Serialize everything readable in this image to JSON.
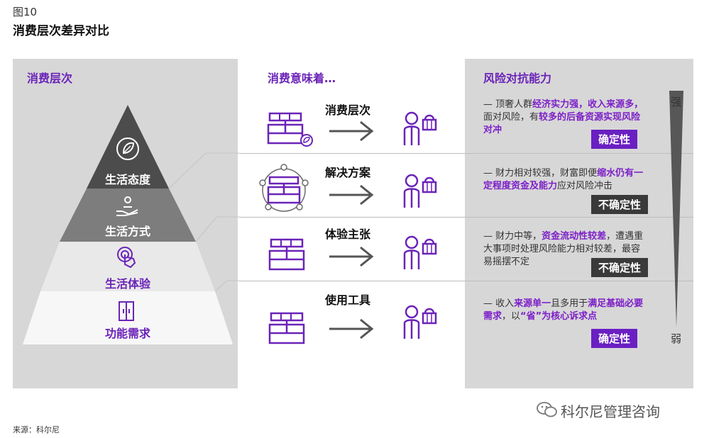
{
  "figure": {
    "label": "图10",
    "title": "消费层次差异对比"
  },
  "columns": {
    "left": "消费层次",
    "middle": "消费意味着…",
    "right": "风险对抗能力"
  },
  "pyramid": [
    {
      "label": "生活态度",
      "icon": "leaf-head-icon"
    },
    {
      "label": "生活方式",
      "icon": "hand-person-icon"
    },
    {
      "label": "生活体验",
      "icon": "touch-icon"
    },
    {
      "label": "功能需求",
      "icon": "fridge-icon"
    }
  ],
  "rows": [
    {
      "title": "消费层次",
      "desc": [
        {
          "t": "— 顶奢人群"
        },
        {
          "t": "经济实力强，收入来源多，",
          "hl": true
        },
        {
          "t": "面对风险，有"
        },
        {
          "t": "较多的后备资源实现风险对冲",
          "hl": true
        }
      ],
      "badge": "确定性",
      "badge_style": "purple"
    },
    {
      "title": "解决方案",
      "desc": [
        {
          "t": "— 财力相对较强，财富即便"
        },
        {
          "t": "缩水仍有一定程度资金及能力",
          "hl": true
        },
        {
          "t": "应对风险冲击"
        }
      ],
      "badge": "不确定性",
      "badge_style": "black"
    },
    {
      "title": "体验主张",
      "desc": [
        {
          "t": "— 财力中等，"
        },
        {
          "t": "资金流动性较差",
          "hl": true
        },
        {
          "t": "，遭遇重大事项时处理风险能力相对较差，最容易摇摆不定"
        }
      ],
      "badge": "不确定性",
      "badge_style": "black"
    },
    {
      "title": "使用工具",
      "desc": [
        {
          "t": "— 收入"
        },
        {
          "t": "来源单一",
          "hl": true
        },
        {
          "t": "且多用于"
        },
        {
          "t": "满足基础必要需求",
          "hl": true
        },
        {
          "t": "，以"
        },
        {
          "t": "“省”为核心诉求点",
          "hl": true
        }
      ],
      "badge": "确定性",
      "badge_style": "purple"
    }
  ],
  "scale": {
    "strong": "强",
    "weak": "弱"
  },
  "source": "来源：科尔尼",
  "brand": "科尔尼管理咨询",
  "colors": {
    "accent": "#6a1fc2",
    "panel": "#d7d7d7"
  }
}
